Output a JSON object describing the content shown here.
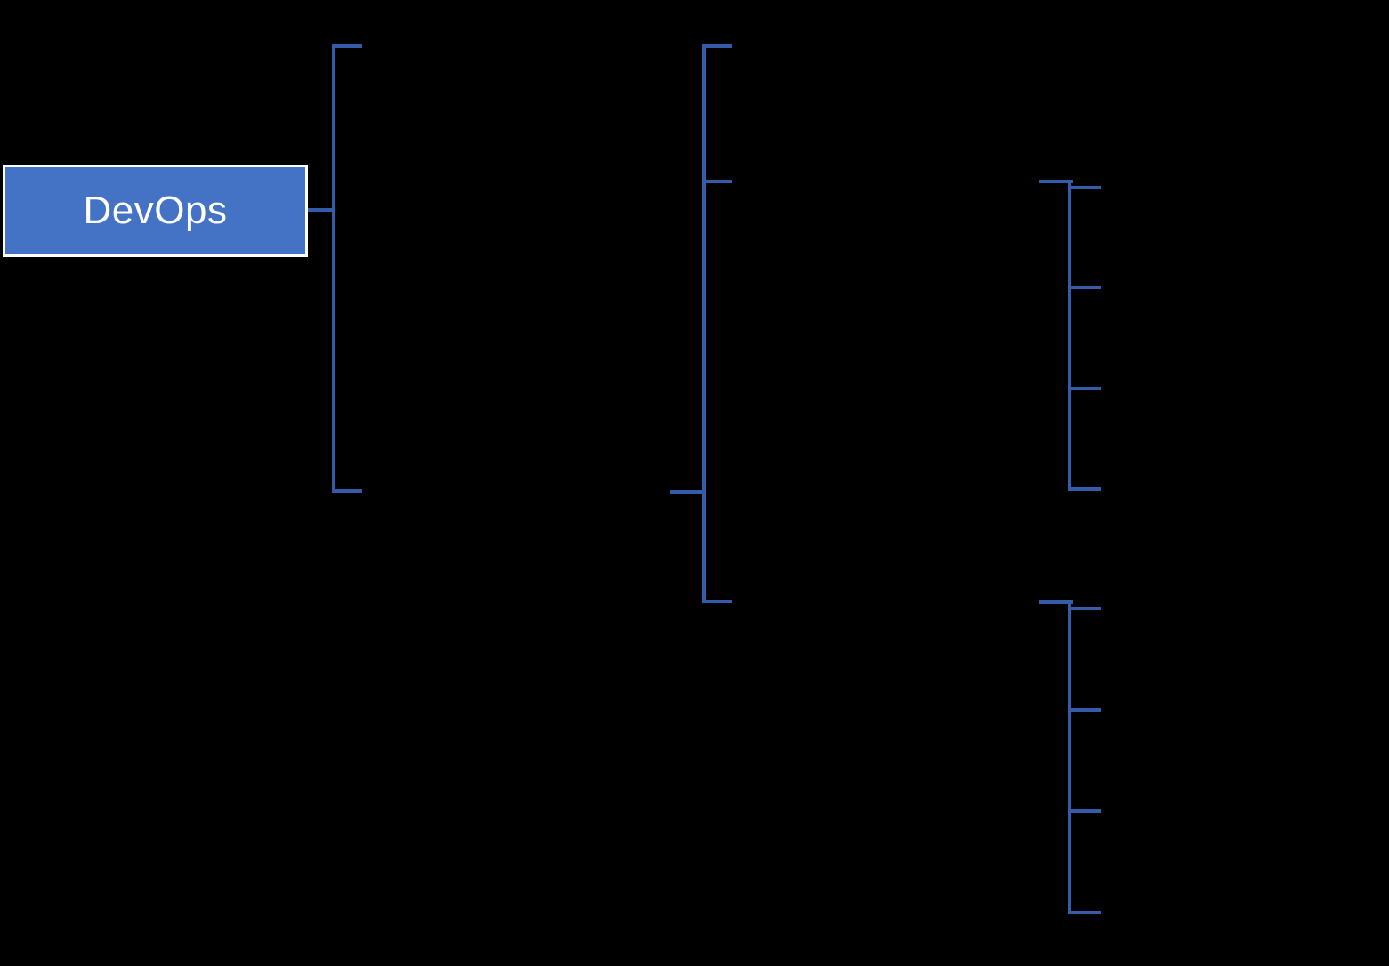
{
  "diagram": {
    "root": {
      "label": "DevOps"
    },
    "colors": {
      "background": "#000000",
      "node_fill": "#4472C4",
      "node_border": "#FFFFFF",
      "node_text": "#FFFFFF",
      "connector": "#355CA8"
    },
    "brackets": [
      {
        "id": "level-1",
        "tick_count": 2
      },
      {
        "id": "level-2",
        "tick_count": 3
      },
      {
        "id": "level-3-upper",
        "tick_count": 4
      },
      {
        "id": "level-3-lower",
        "tick_count": 4
      }
    ]
  }
}
